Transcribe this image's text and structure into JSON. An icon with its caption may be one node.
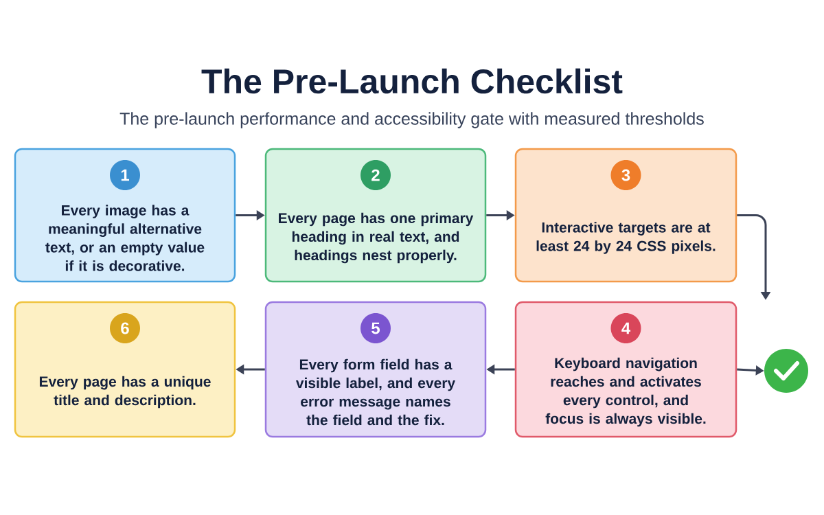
{
  "diagram": {
    "title": "The Pre-Launch Checklist",
    "caption": "The pre-launch performance and accessibility gate with measured thresholds",
    "nodes": [
      {
        "text": [
          "1",
          "Every image has a meaningful alternative text, or an empty value if it is decorative."
        ]
      },
      {
        "text": [
          "2",
          "Every page has one primary heading in real text, and headings nest properly."
        ]
      },
      {
        "text": [
          "3",
          "Interactive targets are at least 24 by 24 CSS pixels."
        ]
      },
      {
        "text": [
          "4",
          "Keyboard navigation reaches and activates every control, and focus is always visible."
        ]
      },
      {
        "text": [
          "5",
          "Every form field has a visible label, and every error message names the field and the fix."
        ]
      },
      {
        "text": [
          "6",
          "Every page has a unique title and description."
        ]
      },
      {
        "text": [],
        "shape": "circle"
      }
    ],
    "edges": [
      {
        "from": 0,
        "to": 1,
        "arrow": "to"
      },
      {
        "from": 1,
        "to": 2,
        "arrow": "to"
      },
      {
        "from": 2,
        "to": null,
        "arrow": "to"
      },
      {
        "from": 3,
        "to": 4,
        "arrow": "to"
      },
      {
        "from": 4,
        "to": 5,
        "arrow": "to"
      },
      {
        "from": 3,
        "to": 6,
        "arrow": "to"
      }
    ]
  }
}
